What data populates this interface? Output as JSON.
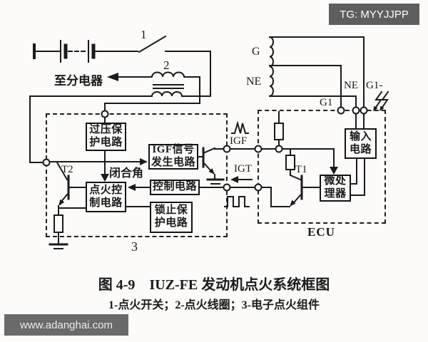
{
  "badge": {
    "text": "TG: MYYJJPP"
  },
  "watermark": {
    "text": "www.adanghai.com"
  },
  "diagram": {
    "labels": {
      "switch_num": "1",
      "coil_num": "2",
      "component3_num": "3",
      "to_distributor": "至分电器",
      "g_coil": "G",
      "ne_coil": "NE",
      "ne_terminal": "NE",
      "g1_minus": "G1-",
      "g1": "G1",
      "t1": "T1",
      "t2": "T2",
      "igf": "IGF",
      "igt": "IGT",
      "dwell_angle": "闭合角",
      "ecu": "ECU"
    },
    "boxes": {
      "overvoltage": "过压保\n护电路",
      "igf_gen": "IGF信号\n发生电路",
      "ignition_ctrl": "点火控\n制电路",
      "control": "控制电路",
      "lock_protect": "锁止保\n护电路",
      "input_circuit": "输入\n电路",
      "microprocessor": "微处\n理器"
    }
  },
  "caption": {
    "title": "图 4-9　IUZ-FE 发动机点火系统框图",
    "legend": "1-点火开关；2-点火线圈；3-电子点火组件"
  },
  "colors": {
    "line": "#1a1a1a",
    "badge_bg": "#5e5e5e",
    "watermark_bg": "#6a6a6a"
  }
}
